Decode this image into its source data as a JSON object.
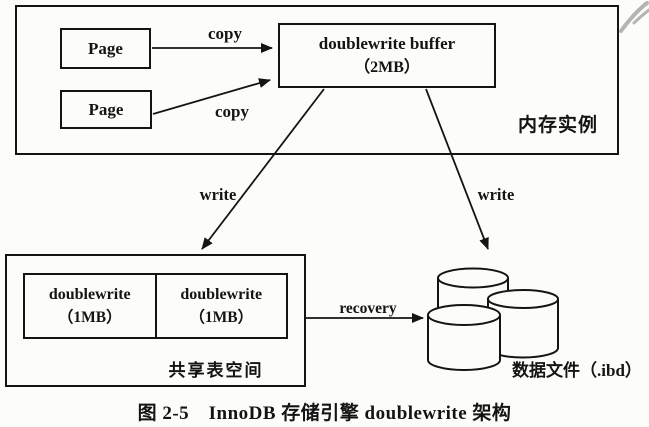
{
  "memory_instance": {
    "label": "内存实例",
    "page1_label": "Page",
    "page2_label": "Page",
    "buffer": {
      "line1": "doublewrite buffer",
      "line2": "（2MB）"
    }
  },
  "arrows": {
    "copy1": "copy",
    "copy2": "copy",
    "write_left": "write",
    "write_right": "write",
    "recovery": "recovery"
  },
  "shared_tablespace": {
    "label": "共享表空间",
    "segments": [
      {
        "line1": "doublewrite",
        "line2": "（1MB）"
      },
      {
        "line1": "doublewrite",
        "line2": "（1MB）"
      }
    ]
  },
  "data_files": {
    "label": "数据文件（.ibd）"
  },
  "caption": "图 2-5　InnoDB 存储引擎 doublewrite 架构",
  "colors": {
    "line": "#141414",
    "background": "#fcfcf9",
    "corner_mark": "#a8a8a8"
  }
}
